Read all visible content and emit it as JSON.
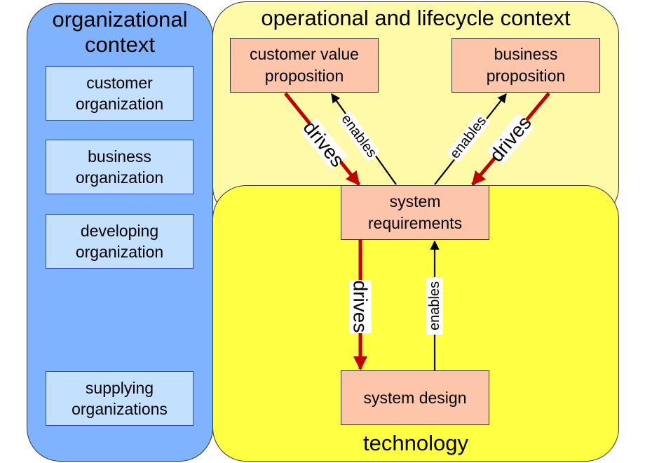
{
  "colors": {
    "org_panel": "#7fb2ff",
    "ops_panel": "#fffaa8",
    "tech_panel": "#ffff44",
    "org_box": "#c3e1ff",
    "red_box": "#fdc6aa",
    "drives_arrow": "#c00000",
    "enables_arrow": "#000000"
  },
  "panels": {
    "organizational": {
      "title_line1": "organizational",
      "title_line2": "context"
    },
    "operational": {
      "title": "operational and lifecycle context"
    },
    "technology": {
      "title": "technology"
    }
  },
  "org_boxes": [
    {
      "line1": "customer",
      "line2": "organization"
    },
    {
      "line1": "business",
      "line2": "organization"
    },
    {
      "line1": "developing",
      "line2": "organization"
    },
    {
      "line1": "supplying",
      "line2": "organizations"
    }
  ],
  "nodes": {
    "customer_value": {
      "line1": "customer value",
      "line2": "proposition"
    },
    "business_prop": {
      "line1": "business",
      "line2": "proposition"
    },
    "system_req": {
      "line1": "system",
      "line2": "requirements"
    },
    "system_design": {
      "line1": "system design"
    }
  },
  "edges": {
    "drives": "drives",
    "enables": "enables"
  }
}
